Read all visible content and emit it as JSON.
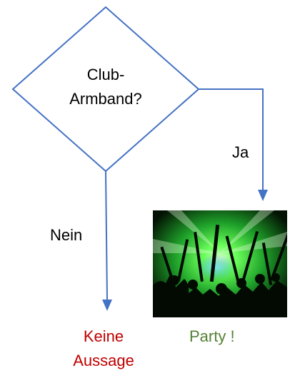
{
  "decision": {
    "line1": "Club-",
    "line2": "Armband?"
  },
  "branches": {
    "yes": "Ja",
    "no": "Nein"
  },
  "results": {
    "no_line1": "Keine",
    "no_line2": "Aussage",
    "yes": "Party !"
  },
  "image": {
    "subject": "party-crowd-photo"
  },
  "colors": {
    "line": "#4472c4",
    "no_result": "#c00000",
    "yes_result": "#548235",
    "photo_glow": "#39ff4a"
  }
}
